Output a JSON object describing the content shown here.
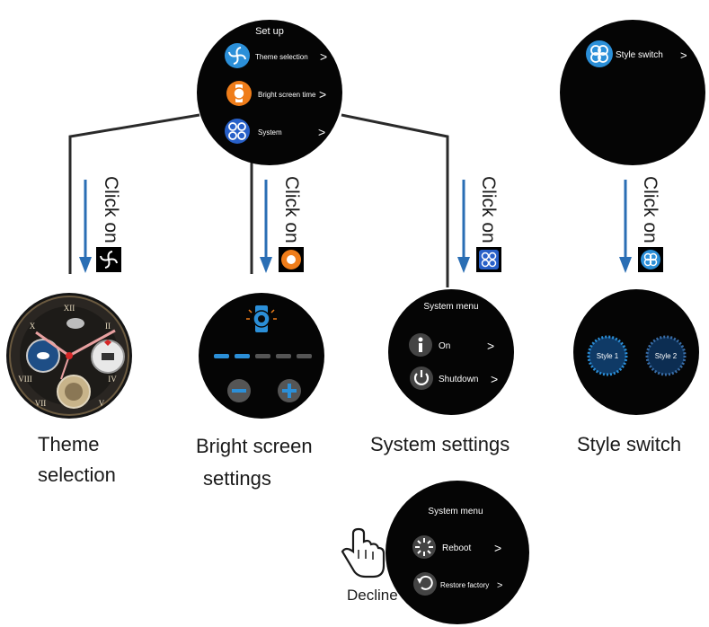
{
  "top_watch": {
    "title": "Set up",
    "items": [
      {
        "label": "Theme selection",
        "icon": "fan-icon",
        "color": "#2b8fd8"
      },
      {
        "label": "Bright screen time",
        "icon": "watch-icon",
        "color": "#ef7d1a"
      },
      {
        "label": "System",
        "icon": "butterfly-icon",
        "color": "#2860c8"
      }
    ]
  },
  "style_watch": {
    "item": {
      "label": "Style switch",
      "icon": "circles-icon",
      "color": "#2b8fd8"
    }
  },
  "click_on_label": "Click on",
  "captions": {
    "theme": [
      "Theme",
      "selection"
    ],
    "bright": [
      "Bright screen",
      "settings"
    ],
    "system": [
      "System settings"
    ],
    "style": [
      "Style switch"
    ]
  },
  "system_watch": {
    "title": "System menu",
    "items": [
      {
        "label": "On",
        "icon": "info-icon"
      },
      {
        "label": "Shutdown",
        "icon": "power-icon"
      }
    ]
  },
  "style_switch_watch": {
    "buttons": [
      "Style 1",
      "Style 2"
    ]
  },
  "bottom_watch": {
    "title": "System menu",
    "items": [
      {
        "label": "Reboot",
        "icon": "reboot-icon"
      },
      {
        "label": "Restore factory",
        "icon": "restore-icon"
      }
    ]
  },
  "decline_label": "Decline",
  "colors": {
    "arrow": "#2a6eb4",
    "watch_bg": "#050505",
    "line": "#2a2a2a"
  }
}
